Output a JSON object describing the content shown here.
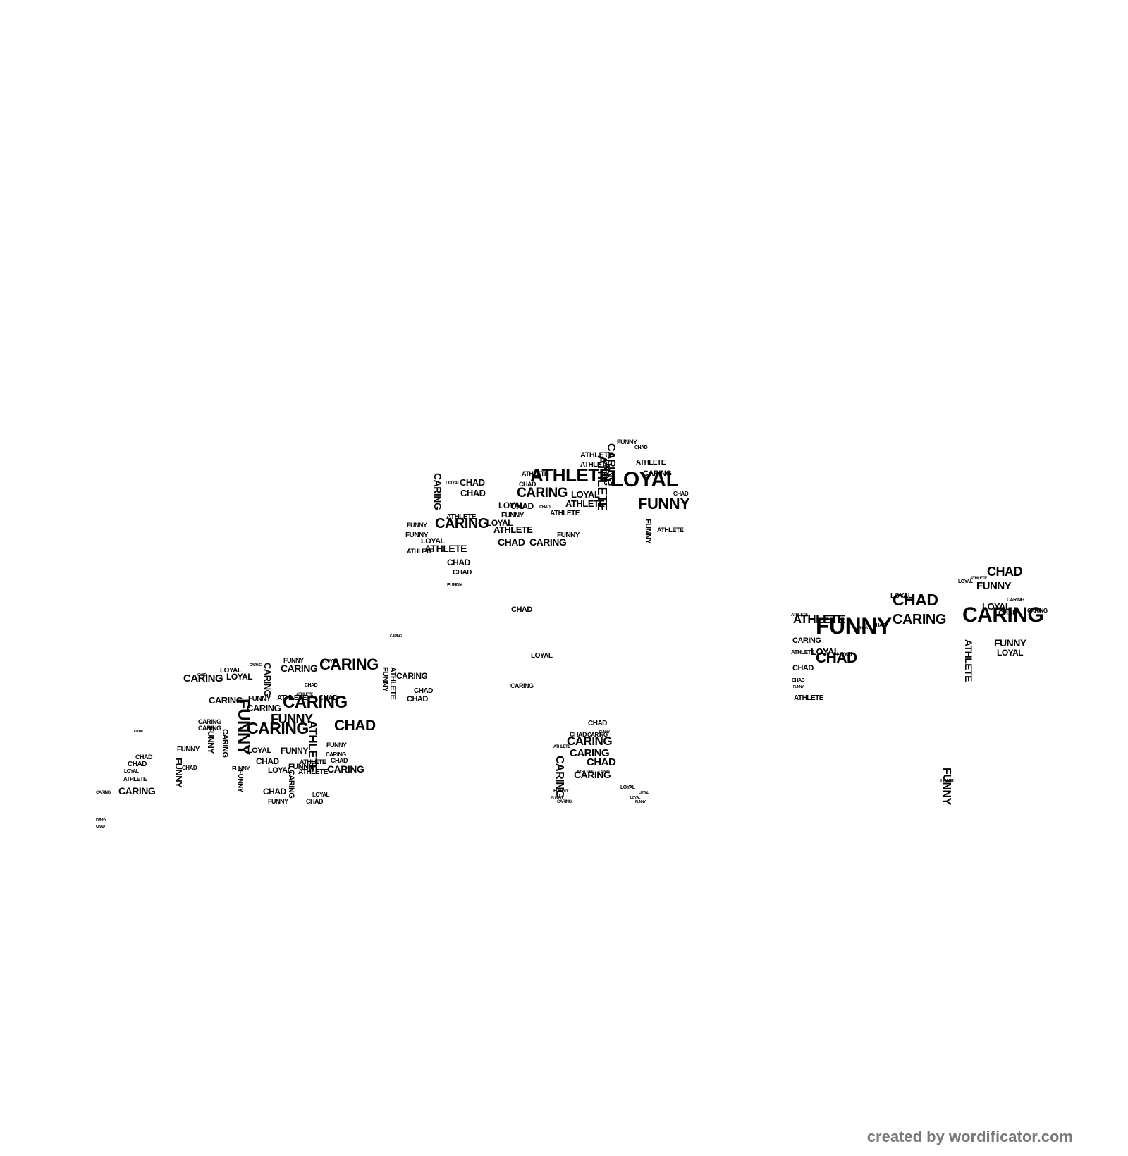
{
  "words": {
    "chad": "CHAD",
    "caring": "CARING",
    "funny": "FUNNY",
    "loyal": "LOYAL",
    "athlete": "ATHLETE"
  },
  "footer": {
    "credit": "created by wordificator.com"
  }
}
